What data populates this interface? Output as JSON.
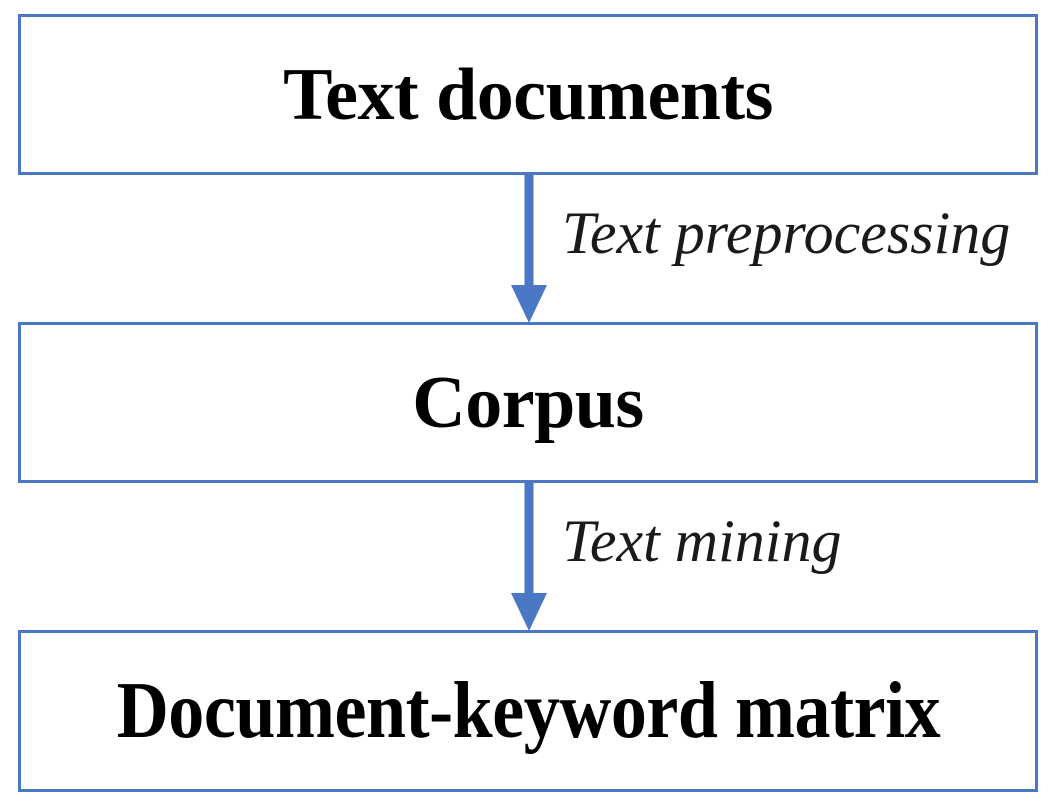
{
  "diagram": {
    "title": "Text mining pipeline flowchart",
    "orientation": "vertical-top-down",
    "colors": {
      "box_border": "#4A78C4",
      "arrow": "#4A78C4",
      "box_fill": "#FFFFFF",
      "text": "#000000",
      "background": "#FFFFFF"
    },
    "nodes": [
      {
        "id": "node-1",
        "label": "Text documents"
      },
      {
        "id": "node-2",
        "label": "Corpus"
      },
      {
        "id": "node-3",
        "label": "Document-keyword matrix"
      }
    ],
    "edges": [
      {
        "id": "edge-1",
        "from": "node-1",
        "to": "node-2",
        "label": "Text preprocessing",
        "direction": "down"
      },
      {
        "id": "edge-2",
        "from": "node-2",
        "to": "node-3",
        "label": "Text mining",
        "direction": "down"
      }
    ]
  }
}
